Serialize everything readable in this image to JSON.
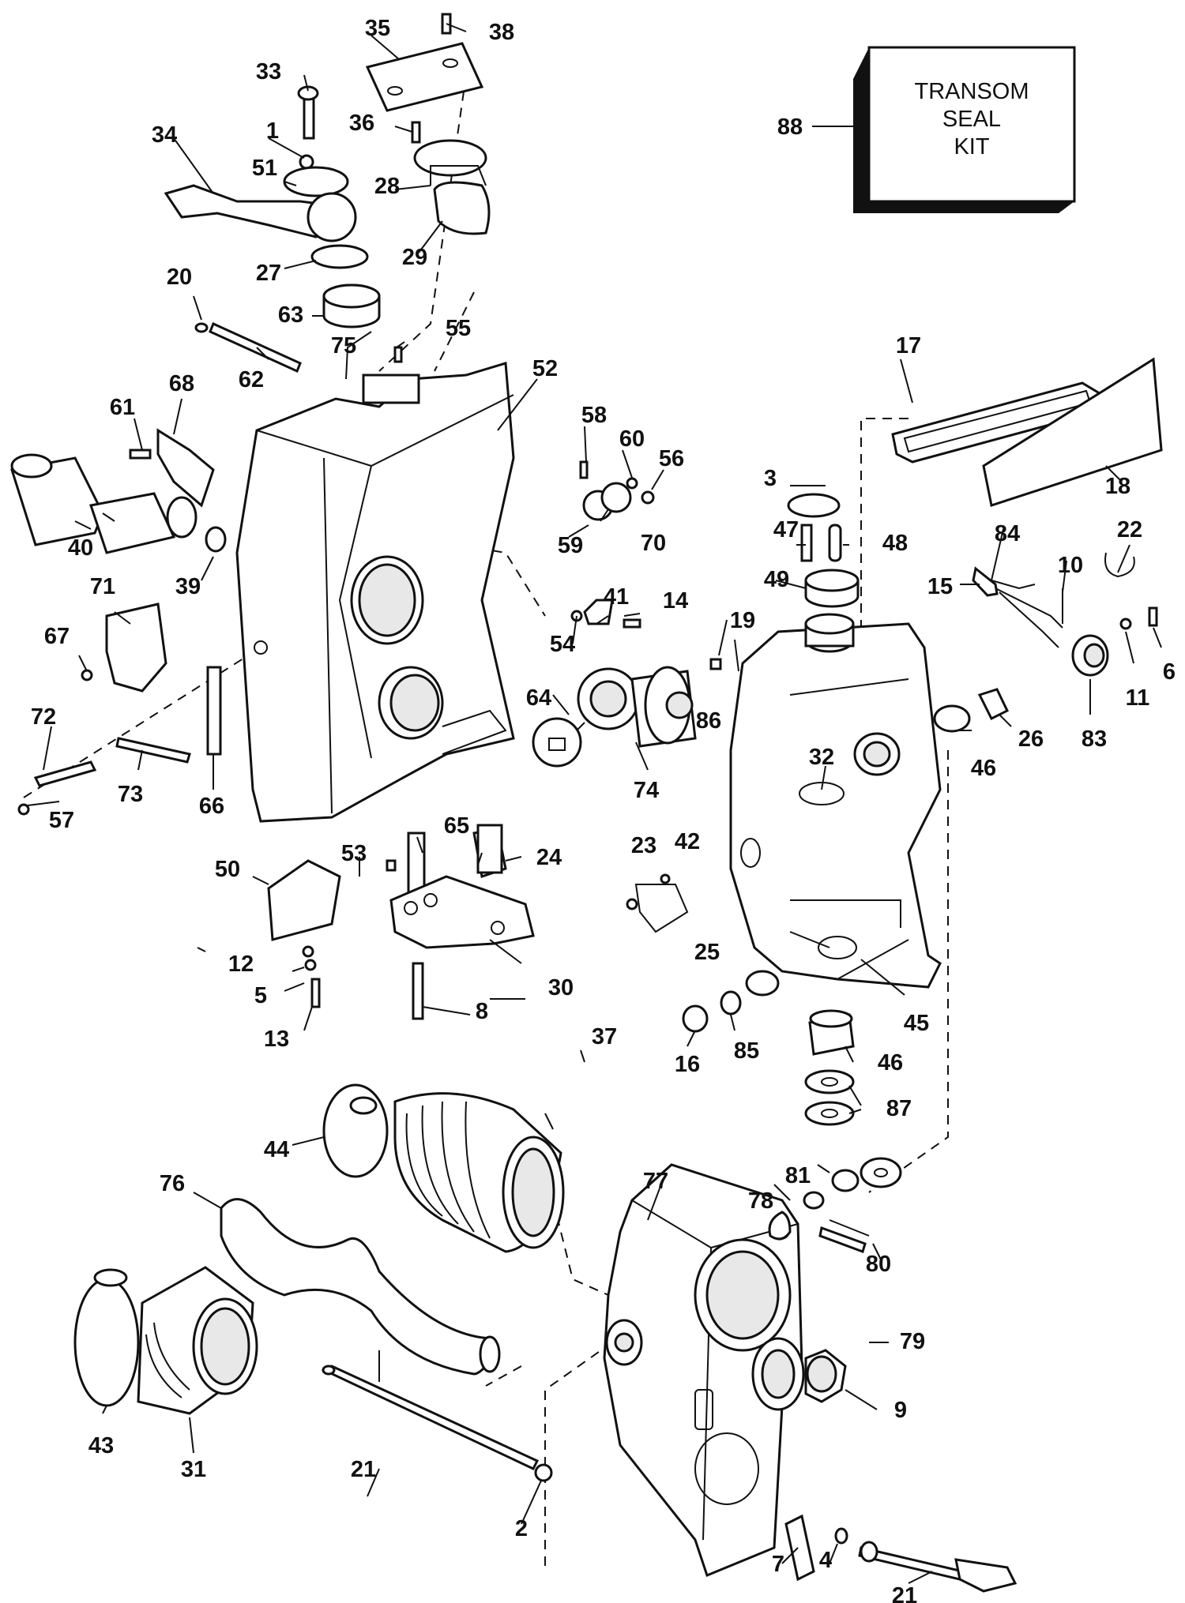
{
  "kit_box": {
    "line1": "TRANSOM",
    "line2": "SEAL",
    "line3": "KIT"
  },
  "callouts": [
    "1",
    "2",
    "3",
    "4",
    "5",
    "6",
    "7",
    "8",
    "9",
    "10",
    "11",
    "12",
    "13",
    "14",
    "15",
    "16",
    "17",
    "18",
    "19",
    "20",
    "21",
    "22",
    "23",
    "24",
    "25",
    "26",
    "27",
    "28",
    "29",
    "30",
    "31",
    "32",
    "33",
    "34",
    "35",
    "36",
    "37",
    "38",
    "39",
    "40",
    "41",
    "42",
    "43",
    "44",
    "45",
    "46",
    "47",
    "48",
    "49",
    "50",
    "51",
    "52",
    "53",
    "54",
    "55",
    "56",
    "57",
    "58",
    "59",
    "60",
    "61",
    "62",
    "63",
    "64",
    "65",
    "66",
    "67",
    "68",
    "70",
    "71",
    "72",
    "73",
    "74",
    "75",
    "76",
    "77",
    "78",
    "79",
    "80",
    "81",
    "83",
    "84",
    "85",
    "86",
    "87",
    "88"
  ]
}
